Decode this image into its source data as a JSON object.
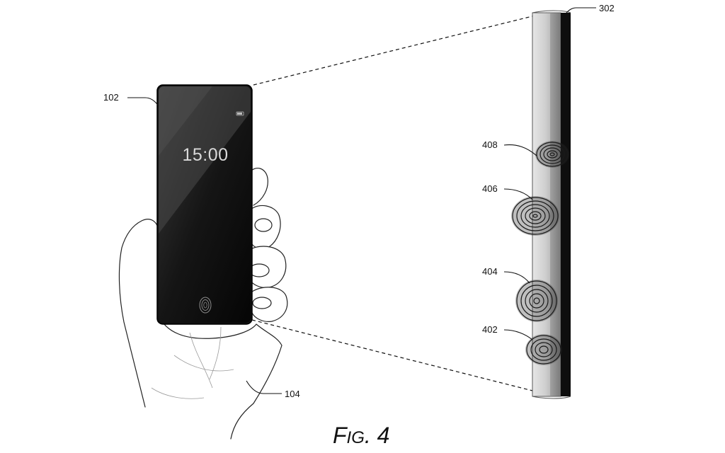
{
  "figure": {
    "caption": "FIG. 4",
    "caption_parts": {
      "initial": "F",
      "small_caps": "IG",
      "number": ". 4"
    },
    "device_clock": "15:00",
    "labels": {
      "device": "102",
      "hand": "104",
      "display_stack": "302",
      "print_402": "402",
      "print_404": "404",
      "print_406": "406",
      "print_408": "408"
    }
  }
}
